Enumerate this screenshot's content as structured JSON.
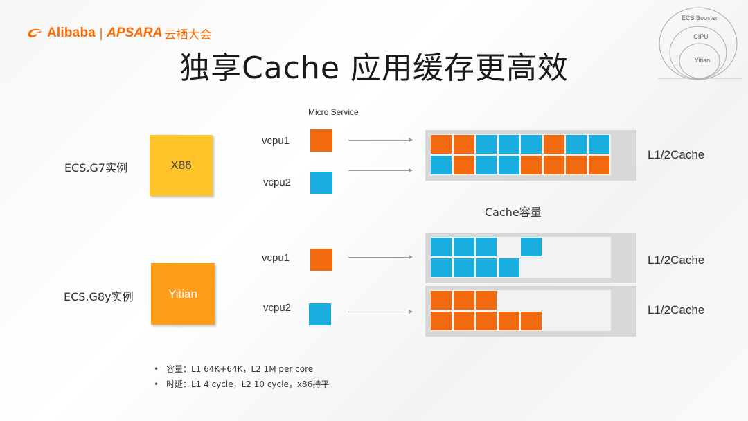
{
  "logo": {
    "brand": "Alibaba",
    "separator": "|",
    "apsara": "APSARA",
    "cn": "云栖大会"
  },
  "title": "独享Cache  应用缓存更高效",
  "layers": {
    "outer": "ECS Booster",
    "middle": "CIPU",
    "inner": "Yitian"
  },
  "micro_service_label": "Micro Service",
  "capacity_label": "Cache容量",
  "colors": {
    "orange": "#f26a10",
    "blue": "#1aaee0",
    "x86_chip": "#ffc42a",
    "yitian_chip": "#ff9c1a"
  },
  "g7": {
    "instance_label": "ECS.G7实例",
    "chip_label": "X86",
    "vcpu1_label": "vcpu1",
    "vcpu2_label": "vcpu2",
    "cache_label": "L1/2Cache",
    "row1": [
      "O",
      "O",
      "B",
      "B",
      "B",
      "O",
      "B",
      "B"
    ],
    "row2": [
      "B",
      "O",
      "B",
      "B",
      "O",
      "O",
      "O",
      "O"
    ]
  },
  "g8y": {
    "instance_label": "ECS.G8y实例",
    "chip_label": "Yitian",
    "vcpu1_label": "vcpu1",
    "vcpu2_label": "vcpu2",
    "cache1_label": "L1/2Cache",
    "cache2_label": "L1/2Cache",
    "cache1_row1": [
      "B",
      "B",
      "B",
      "",
      "B",
      "",
      "",
      ""
    ],
    "cache1_row2": [
      "B",
      "B",
      "B",
      "B",
      "",
      "",
      "",
      ""
    ],
    "cache2_row1": [
      "O",
      "O",
      "O",
      "",
      "",
      "",
      "",
      ""
    ],
    "cache2_row2": [
      "O",
      "O",
      "O",
      "O",
      "O",
      "",
      "",
      ""
    ]
  },
  "bullets": [
    "容量：L1 64K+64K，L2 1M per core",
    "时延：L1 4 cycle，L2 10 cycle，x86持平"
  ]
}
